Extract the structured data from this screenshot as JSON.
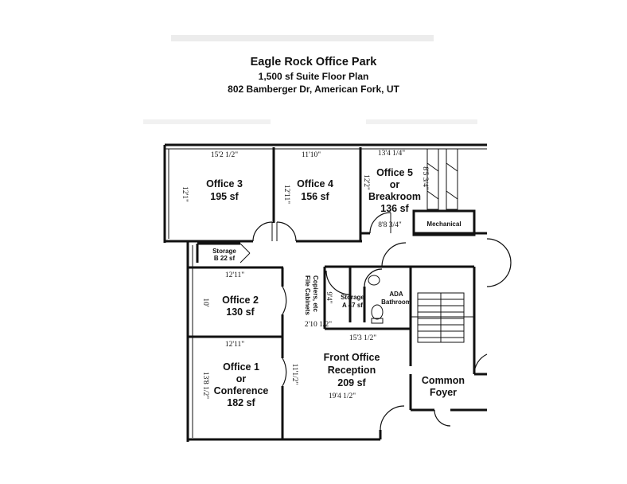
{
  "header": {
    "title": "Eagle Rock Office Park",
    "subtitle": "1,500 sf Suite Floor Plan",
    "address": "802 Bamberger Dr, American Fork, UT"
  },
  "rooms": {
    "office3": {
      "name": "Office 3",
      "area": "195 sf"
    },
    "office4": {
      "name": "Office 4",
      "area": "156 sf"
    },
    "office5": {
      "line1": "Office 5",
      "line2": "or",
      "line3": "Breakroom",
      "area": "136 sf"
    },
    "mechanical": "Mechanical",
    "storage_b": {
      "line1": "Storage",
      "line2": "B 22 sf"
    },
    "office2": {
      "name": "Office 2",
      "area": "130 sf"
    },
    "office1": {
      "line1": "Office 1",
      "line2": "or",
      "line3": "Conference",
      "area": "182 sf"
    },
    "file_cabinets": {
      "line1": "File Cabinets",
      "line2": "Copiers, etc"
    },
    "storage_a": {
      "line1": "Storage",
      "line2": "A 47 sf"
    },
    "ada_bathroom": {
      "line1": "ADA",
      "line2": "Bathroom"
    },
    "reception": {
      "line1": "Front Office",
      "line2": "Reception",
      "area": "209 sf"
    },
    "foyer": {
      "line1": "Common",
      "line2": "Foyer"
    }
  },
  "dimensions": {
    "office3_width": "15'2 1/2\"",
    "office3_depth": "12'1\"",
    "office4_width": "11'10\"",
    "office4_depth": "12'11\"",
    "office5_width": "13'4 1/4\"",
    "office5_depth": "12'2\"",
    "office5_lower": "8'8 3/4\"",
    "mech_dim": "8'5 3/4\"",
    "office2_width": "12'11\"",
    "office2_depth": "10'",
    "office1_width": "12'11\"",
    "office1_depth": "13'8 1/2\"",
    "storage_a_depth": "9'4\"",
    "storage_a_width": "2'10 1/2\"",
    "reception_top": "15'3 1/2\"",
    "reception_side": "11'1/2\"",
    "reception_bottom": "19'4 1/2\""
  }
}
